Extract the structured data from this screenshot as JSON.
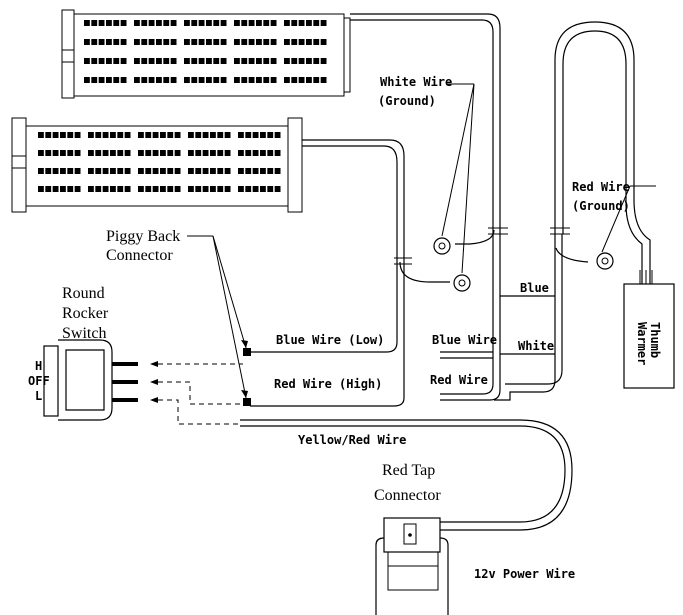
{
  "labels": {
    "white_wire": "White Wire",
    "white_wire_sub": "(Ground)",
    "red_wire_right": "Red Wire",
    "red_wire_right_sub": "(Ground)",
    "blue": "Blue",
    "white": "White",
    "thumb_warmer_1": "Thumb",
    "thumb_warmer_2": "Warmer",
    "piggy_back_1": "Piggy Back",
    "piggy_back_2": "Connector",
    "rocker_1": "Round",
    "rocker_2": "Rocker",
    "rocker_3": "Switch",
    "switch_h": "H",
    "switch_off": "OFF",
    "switch_l": "L",
    "blue_wire_low": "Blue Wire (Low)",
    "blue_wire": "Blue Wire",
    "red_wire_high": "Red Wire (High)",
    "red_wire": "Red Wire",
    "yellow_red_wire": "Yellow/Red Wire",
    "red_tap_1": "Red Tap",
    "red_tap_2": "Connector",
    "power_wire": "12v Power Wire"
  }
}
